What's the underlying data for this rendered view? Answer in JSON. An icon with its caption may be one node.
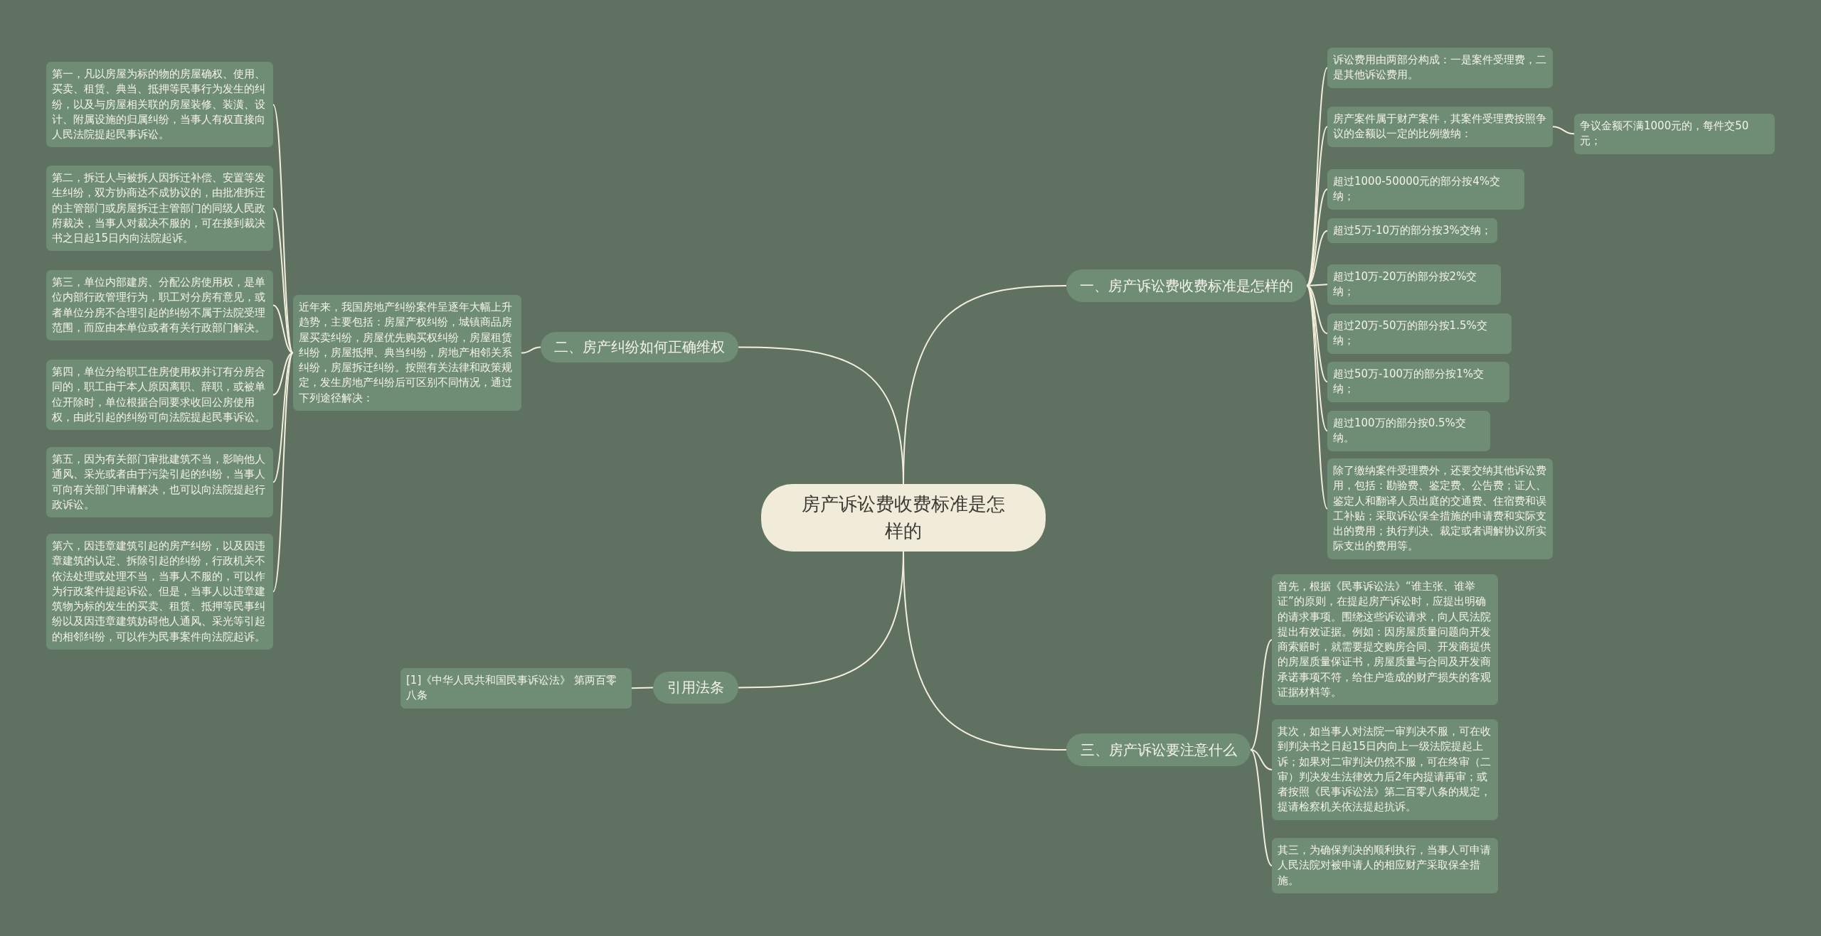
{
  "diagram": {
    "nodes": [
      {
        "text": [
          "房产诉讼费收费标准是怎样的"
        ]
      },
      {
        "text": [
          "一、房产诉讼费收费标准是怎样的"
        ]
      },
      {
        "text": [
          "诉讼费用由两部分构成：一是案件受理费，二是其他诉讼费用。"
        ]
      },
      {
        "text": [
          "房产案件属于财产案件，其案件受理费按照争议的金额以一定的比例缴纳："
        ]
      },
      {
        "text": [
          "争议金额不满1000元的，每件交50元；"
        ]
      },
      {
        "text": [
          "超过1000-50000元的部分按4%交纳；"
        ]
      },
      {
        "text": [
          "超过5万-10万的部分按3%交纳；"
        ]
      },
      {
        "text": [
          "超过10万-20万的部分按2%交纳；"
        ]
      },
      {
        "text": [
          "超过20万-50万的部分按1.5%交纳；"
        ]
      },
      {
        "text": [
          "超过50万-100万的部分按1%交纳；"
        ]
      },
      {
        "text": [
          "超过100万的部分按0.5%交纳。"
        ]
      },
      {
        "text": [
          "除了缴纳案件受理费外，还要交纳其他诉讼费用，包括：勘验费、鉴定费、公告费；证人、鉴定人和翻译人员出庭的交通费、住宿费和误工补贴；采取诉讼保全措施的申请费和实际支出的费用；执行判决、裁定或者调解协议所实际支出的费用等。"
        ]
      },
      {
        "text": [
          "二、房产纠纷如何正确维权"
        ]
      },
      {
        "text": [
          "近年来，我国房地产纠纷案件呈逐年大幅上升趋势，主要包括：房屋产权纠纷，城镇商品房屋买卖纠纷，房屋优先购买权纠纷，房屋租赁纠纷，房屋抵押、典当纠纷，房地产相邻关系纠纷，房屋拆迁纠纷。按照有关法律和政策规定，发生房地产纠纷后可区别不同情况，通过下列途径解决："
        ]
      },
      {
        "text": [
          "第一，凡以房屋为标的物的房屋确权、使用、买卖、租赁、典当、抵押等民事行为发生的纠纷，以及与房屋相关联的房屋装修、装潢、设计、附属设施的归属纠纷，当事人有权直接向人民法院提起民事诉讼。"
        ]
      },
      {
        "text": [
          "第二，拆迁人与被拆人因拆迁补偿、安置等发生纠纷，双方协商达不成协议的，由批准拆迁的主管部门或房屋拆迁主管部门的同级人民政府裁决，当事人对裁决不服的，可在接到裁决书之日起15日内向法院起诉。"
        ]
      },
      {
        "text": [
          "第三，单位内部建房、分配公房使用权，是单位内部行政管理行为，职工对分房有意见，或者单位分房不合理引起的纠纷不属于法院受理范围，而应由本单位或者有关行政部门解决。"
        ]
      },
      {
        "text": [
          "第四，单位分给职工住房使用权并订有分房合同的，职工由于本人原因离职、辞职，或被单位开除时，单位根据合同要求收回公房使用权，由此引起的纠纷可向法院提起民事诉讼。"
        ]
      },
      {
        "text": [
          "第五，因为有关部门审批建筑不当，影响他人通风、采光或者由于污染引起的纠纷，当事人可向有关部门申请解决，也可以向法院提起行政诉讼。"
        ]
      },
      {
        "text": [
          "第六，因违章建筑引起的房产纠纷，以及因违章建筑的认定、拆除引起的纠纷，行政机关不依法处理或处理不当，当事人不服的，可以作为行政案件提起诉讼。但是，当事人以违章建筑物为标的发生的买卖、租赁、抵押等民事纠纷以及因违章建筑妨碍他人通风、采光等引起的相邻纠纷，可以作为民事案件向法院起诉。"
        ]
      },
      {
        "text": [
          "引用法条"
        ]
      },
      {
        "text": [
          "[1]《中华人民共和国民事诉讼法》 第两百零八条"
        ]
      },
      {
        "text": [
          "三、房产诉讼要注意什么"
        ]
      },
      {
        "text": [
          "首先，根据《民事诉讼法》“谁主张、谁举证”的原则，在提起房产诉讼时，应提出明确的请求事项。围绕这些诉讼请求，向人民法院提出有效证据。例如：因房屋质量问题向开发商索赔时，就需要提交购房合同、开发商提供的房屋质量保证书，房屋质量与合同及开发商承诺事项不符，给住户造成的财产损失的客观证据材料等。"
        ]
      },
      {
        "text": [
          "其次，如当事人对法院一审判决不服，可在收到判决书之日起15日内向上一级法院提起上诉；如果对二审判决仍然不服，可在终审（二审）判决发生法律效力后2年内提请再审；或者按照《民事诉讼法》第二百零八条的规定，提请检察机关依法提起抗诉。"
        ]
      },
      {
        "text": [
          "其三，为确保判决的顺利执行，当事人可申请人民法院对被申请人的相应财产采取保全措施。"
        ]
      }
    ],
    "edges": [
      {
        "from": 0,
        "to": 1,
        "arrow": "none"
      },
      {
        "from": 1,
        "to": 2,
        "arrow": "none"
      },
      {
        "from": 1,
        "to": 3,
        "arrow": "none"
      },
      {
        "from": 3,
        "to": 4,
        "arrow": "none"
      },
      {
        "from": 1,
        "to": 5,
        "arrow": "none"
      },
      {
        "from": 1,
        "to": 6,
        "arrow": "none"
      },
      {
        "from": 1,
        "to": 7,
        "arrow": "none"
      },
      {
        "from": 1,
        "to": 8,
        "arrow": "none"
      },
      {
        "from": 1,
        "to": 9,
        "arrow": "none"
      },
      {
        "from": 1,
        "to": 10,
        "arrow": "none"
      },
      {
        "from": 1,
        "to": 11,
        "arrow": "none"
      },
      {
        "from": 0,
        "to": 12,
        "arrow": "none"
      },
      {
        "from": 12,
        "to": 13,
        "arrow": "none"
      },
      {
        "from": 13,
        "to": 14,
        "arrow": "none"
      },
      {
        "from": 13,
        "to": 15,
        "arrow": "none"
      },
      {
        "from": 13,
        "to": 16,
        "arrow": "none"
      },
      {
        "from": 13,
        "to": 17,
        "arrow": "none"
      },
      {
        "from": 13,
        "to": 18,
        "arrow": "none"
      },
      {
        "from": 13,
        "to": 19,
        "arrow": "none"
      },
      {
        "from": 0,
        "to": 20,
        "arrow": "none"
      },
      {
        "from": 20,
        "to": 21,
        "arrow": "none"
      },
      {
        "from": 0,
        "to": 22,
        "arrow": "none"
      },
      {
        "from": 22,
        "to": 23,
        "arrow": "none"
      },
      {
        "from": 22,
        "to": 24,
        "arrow": "none"
      },
      {
        "from": 22,
        "to": 25,
        "arrow": "none"
      }
    ]
  }
}
